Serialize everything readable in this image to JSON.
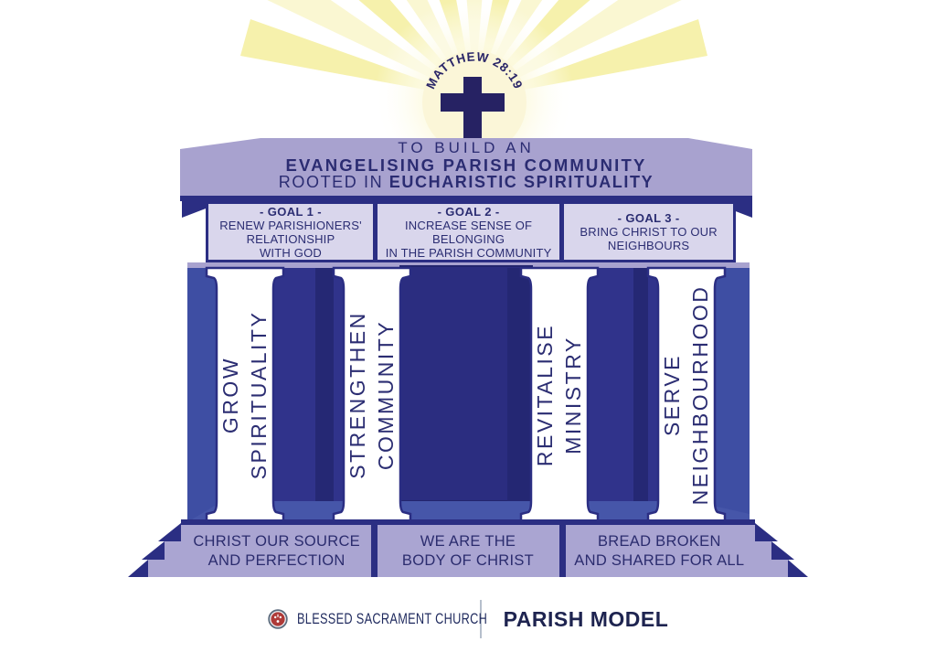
{
  "sun": {
    "verse": "MATTHEW 28:19",
    "icon": "cross-icon"
  },
  "roof": {
    "line1": "TO BUILD AN",
    "line2": "EVANGELISING PARISH COMMUNITY",
    "line3_regular": "ROOTED IN ",
    "line3_bold": "EUCHARISTIC SPIRITUALITY"
  },
  "goals": [
    {
      "heading": "- GOAL 1 -",
      "body": "RENEW PARISHIONERS'\nRELATIONSHIP\nWITH GOD"
    },
    {
      "heading": "- GOAL 2 -",
      "body": "INCREASE SENSE OF\nBELONGING\nIN THE PARISH COMMUNITY"
    },
    {
      "heading": "- GOAL 3 -",
      "body": "BRING CHRIST TO OUR\nNEIGHBOURS"
    }
  ],
  "pillars": [
    {
      "label": "GROW\nSPIRITUALITY"
    },
    {
      "label": "STRENGTHEN\nCOMMUNITY"
    },
    {
      "label": "REVITALISE\nMINISTRY"
    },
    {
      "label": "SERVE\nNEIGHBOURHOOD"
    }
  ],
  "base_panels": [
    "CHRIST OUR SOURCE\nAND PERFECTION",
    "WE ARE THE\nBODY OF CHRIST",
    "BREAD BROKEN\nAND SHARED FOR ALL"
  ],
  "footer": {
    "church": "BLESSED SACRAMENT CHURCH",
    "model": "PARISH MODEL",
    "logo": "church-crest-logo"
  },
  "palette": {
    "lavender": "#a8a2cf",
    "goal_fill": "#d9d6ec",
    "navy": "#2b2e83",
    "wall_navy": "#2b2d80",
    "medium_blue": "#3e4ea3",
    "floor_blue": "#4656a9",
    "text_navy": "#2b2c72",
    "ray_yellow": "#f6f1ac",
    "ray_pale": "#faf7d2",
    "circle_cream": "#fbf6d8",
    "cross_navy": "#262263",
    "logo_red": "#ae3a38"
  }
}
